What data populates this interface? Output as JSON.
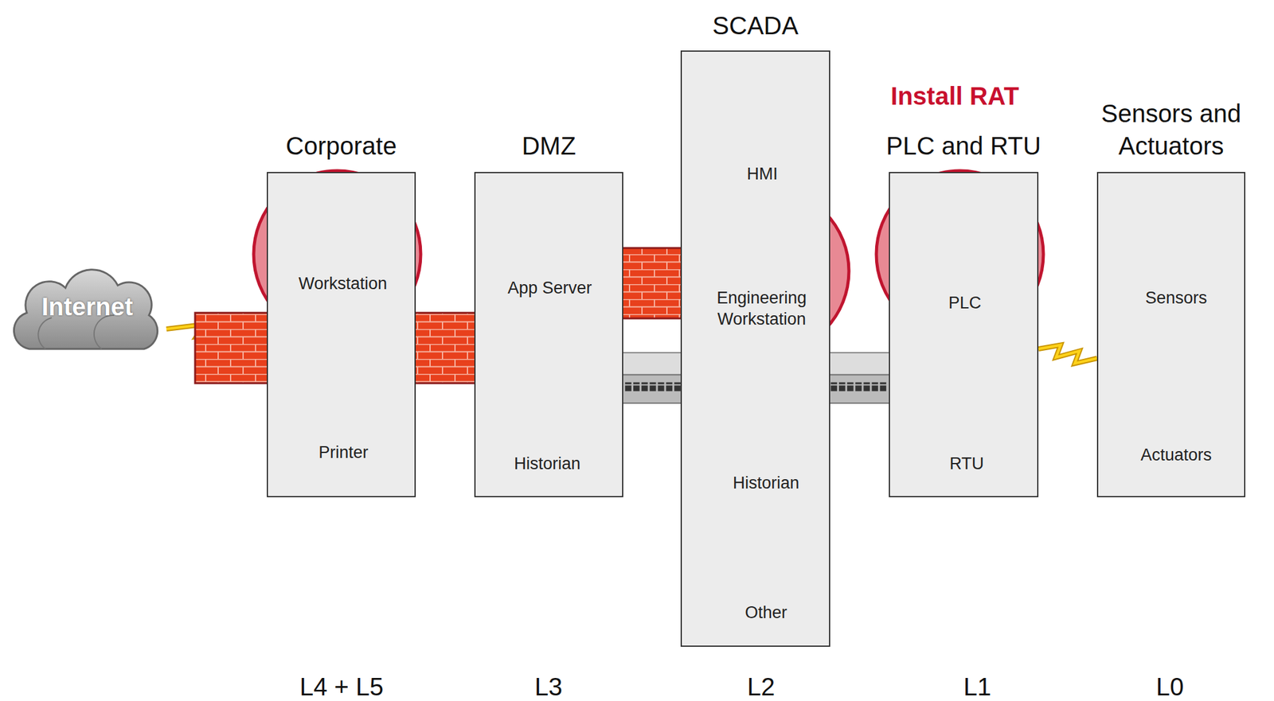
{
  "diagram": {
    "nodes": [
      {
        "text": [
          "Internet"
        ]
      },
      {
        "text": [
          "Corporate"
        ]
      },
      {
        "text": [
          "Workstation"
        ],
        "in": 1
      },
      {
        "text": [
          "Printer"
        ],
        "in": 1
      },
      {
        "text": [
          "DMZ"
        ]
      },
      {
        "text": [
          "App Server"
        ],
        "in": 4
      },
      {
        "text": [
          "Historian"
        ],
        "in": 4
      },
      {
        "text": [
          "SCADA"
        ]
      },
      {
        "text": [
          "HMI"
        ],
        "in": 7
      },
      {
        "text": [
          "Engineering Workstation"
        ],
        "in": 7
      },
      {
        "text": [
          "Historian"
        ],
        "in": 7
      },
      {
        "text": [
          "Other"
        ],
        "in": 7
      },
      {
        "text": [
          "PLC and RTU"
        ]
      },
      {
        "text": [
          "PLC"
        ],
        "in": 12
      },
      {
        "text": [
          "RTU"
        ],
        "in": 12
      },
      {
        "text": [
          "Sensors and Actuators"
        ]
      },
      {
        "text": [
          "Sensors"
        ],
        "in": 15
      },
      {
        "text": [
          "Actuators"
        ],
        "in": 15
      }
    ],
    "edges": [
      {
        "from": 0,
        "to": 1,
        "arrow": "none"
      },
      {
        "from": 12,
        "to": 15,
        "arrow": "none"
      }
    ],
    "labels": [
      "Install RAT",
      "L4 + L5",
      "L3",
      "L2",
      "L1",
      "L0"
    ]
  }
}
